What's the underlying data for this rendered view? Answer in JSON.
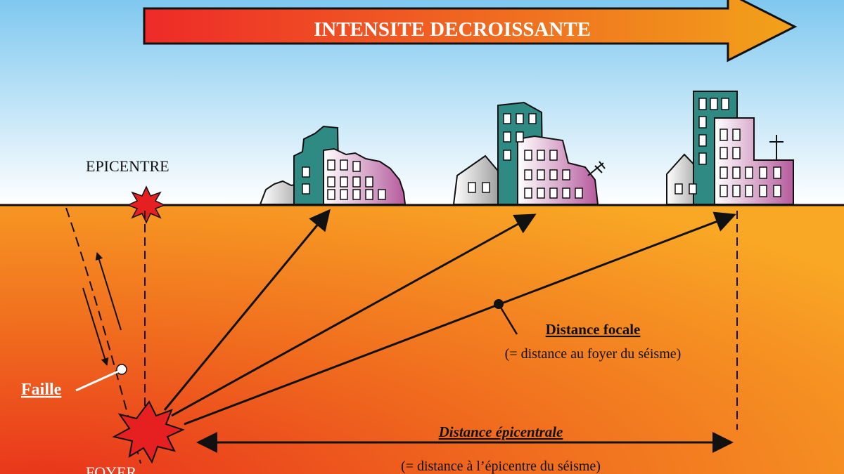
{
  "banner": {
    "text": "INTENSITE DECROISSANTE"
  },
  "labels": {
    "epicentre": "EPICENTRE",
    "faille": "Faille",
    "foyer": "FOYER",
    "distance_focale_title": "Distance focale",
    "distance_focale_sub": "(= distance au foyer du séisme)",
    "distance_epicentrale_title": "Distance épicentrale",
    "distance_epicentrale_sub": "(= distance à l’épicentre du séisme)"
  },
  "colors": {
    "sky_top": "#7fc8ef",
    "sky_bottom": "#ffffff",
    "ground_light": "#f79a1e",
    "ground_dark": "#e8321c",
    "arrow_start": "#ee2a28",
    "arrow_end": "#f2a21a",
    "building_teal": "#2f8a83",
    "building_pink": "#e6bfd8",
    "ink": "#111111"
  }
}
